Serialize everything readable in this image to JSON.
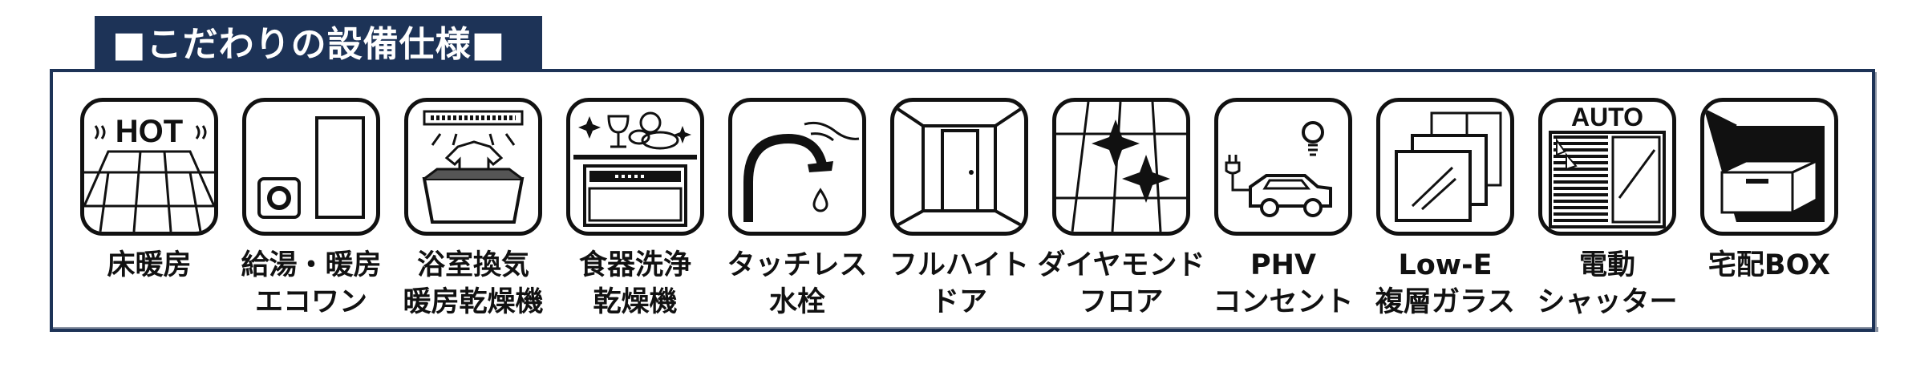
{
  "header": {
    "title": "■こだわりの設備仕様■"
  },
  "features": [
    {
      "icon": "floor-heating-icon",
      "line1": "床暖房",
      "line2": "",
      "icon_text": "HOT"
    },
    {
      "icon": "water-heater-icon",
      "line1": "給湯・暖房",
      "line2": "エコワン"
    },
    {
      "icon": "bathroom-dryer-icon",
      "line1": "浴室換気",
      "line2": "暖房乾燥機"
    },
    {
      "icon": "dishwasher-icon",
      "line1": "食器洗浄",
      "line2": "乾燥機"
    },
    {
      "icon": "touchless-faucet-icon",
      "line1": "タッチレス",
      "line2": "水栓"
    },
    {
      "icon": "full-height-door-icon",
      "line1": "フルハイト",
      "line2": "ドア"
    },
    {
      "icon": "diamond-floor-icon",
      "line1": "ダイヤモンド",
      "line2": "フロア"
    },
    {
      "icon": "ev-outlet-icon",
      "line1": "PHV",
      "line2": "コンセント"
    },
    {
      "icon": "low-e-glass-icon",
      "line1": "Low-E",
      "line2": "複層ガラス"
    },
    {
      "icon": "electric-shutter-icon",
      "line1": "電動",
      "line2": "シャッター",
      "icon_text": "AUTO"
    },
    {
      "icon": "delivery-box-icon",
      "line1": "宅配BOX",
      "line2": ""
    }
  ]
}
